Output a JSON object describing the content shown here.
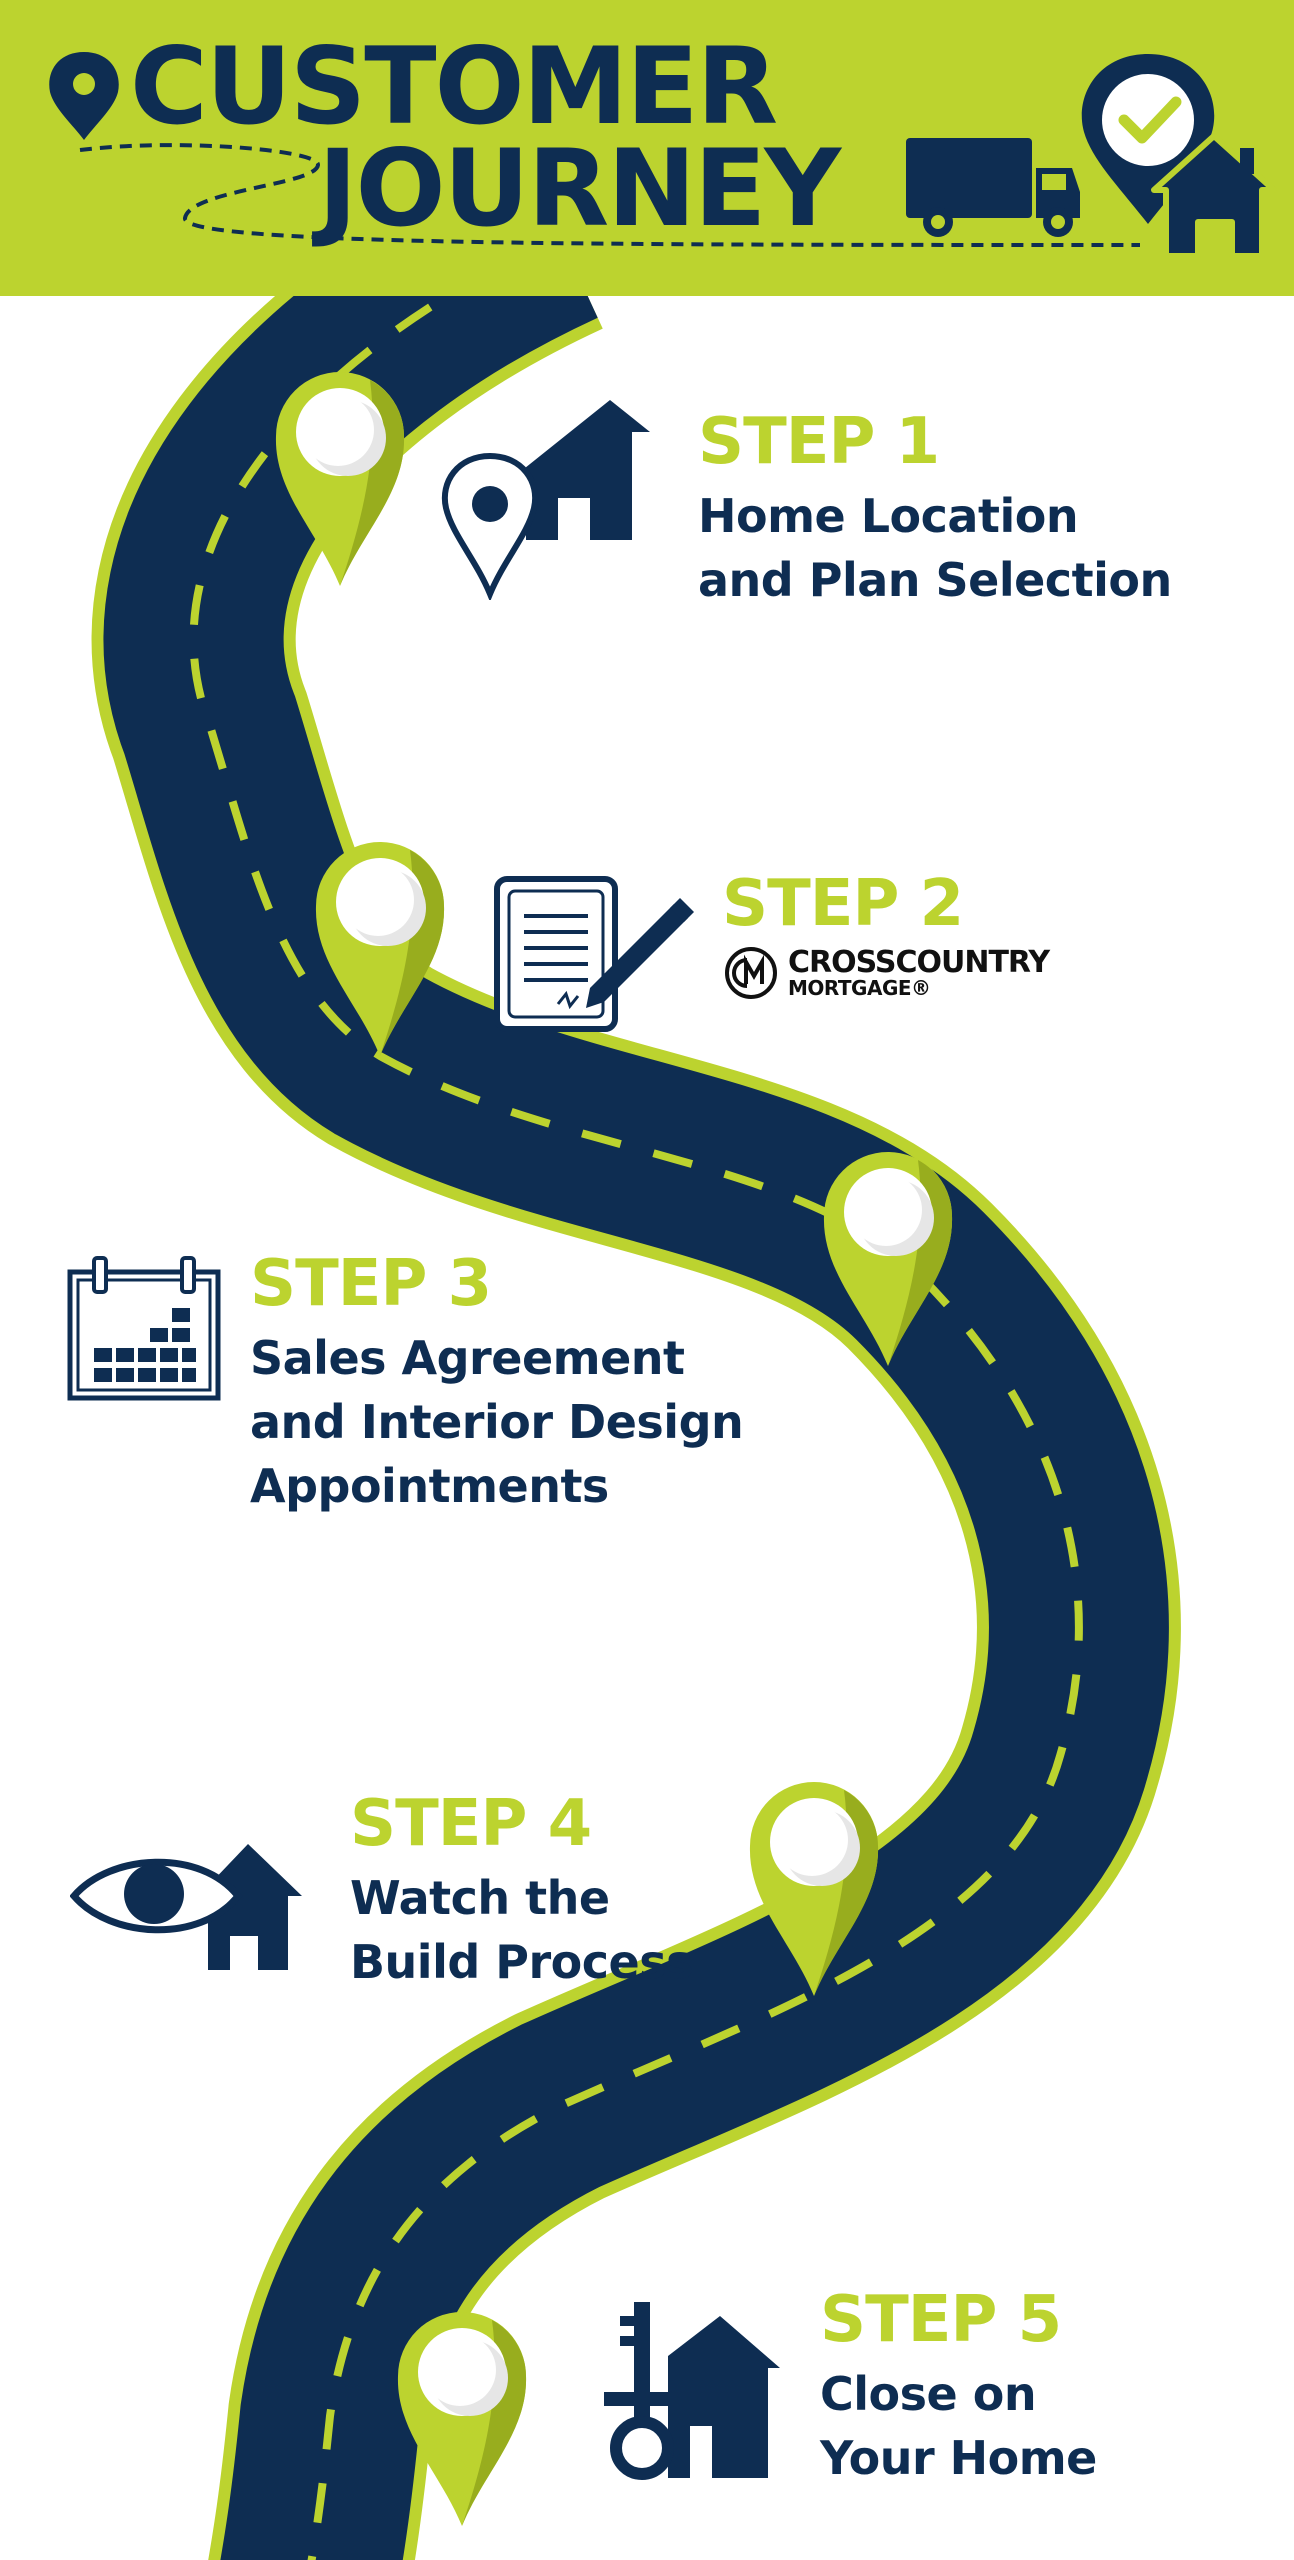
{
  "header": {
    "title_line_1": "CUSTOMER",
    "title_line_2": "JOURNEY",
    "icons": [
      "location-pin-icon",
      "delivery-truck-icon",
      "checkmark-pin-icon",
      "house-icon"
    ]
  },
  "colors": {
    "navy": "#0e2d52",
    "lime": "#bcd32f",
    "background": "#ffffff"
  },
  "steps": [
    {
      "label": "STEP 1",
      "description": "Home Location\nand Plan Selection",
      "icon": "home-location-pin-icon"
    },
    {
      "label": "STEP 2",
      "logo_name": "CROSSCOUNTRY",
      "logo_sub": "MORTGAGE®",
      "icon": "signed-document-icon"
    },
    {
      "label": "STEP 3",
      "description": "Sales Agreement\nand Interior Design\nAppointments",
      "icon": "calendar-icon"
    },
    {
      "label": "STEP 4",
      "description": "Watch the\nBuild Process",
      "icon": "eye-house-icon"
    },
    {
      "label": "STEP 5",
      "description": "Close on\nYour Home",
      "icon": "key-house-icon"
    }
  ]
}
